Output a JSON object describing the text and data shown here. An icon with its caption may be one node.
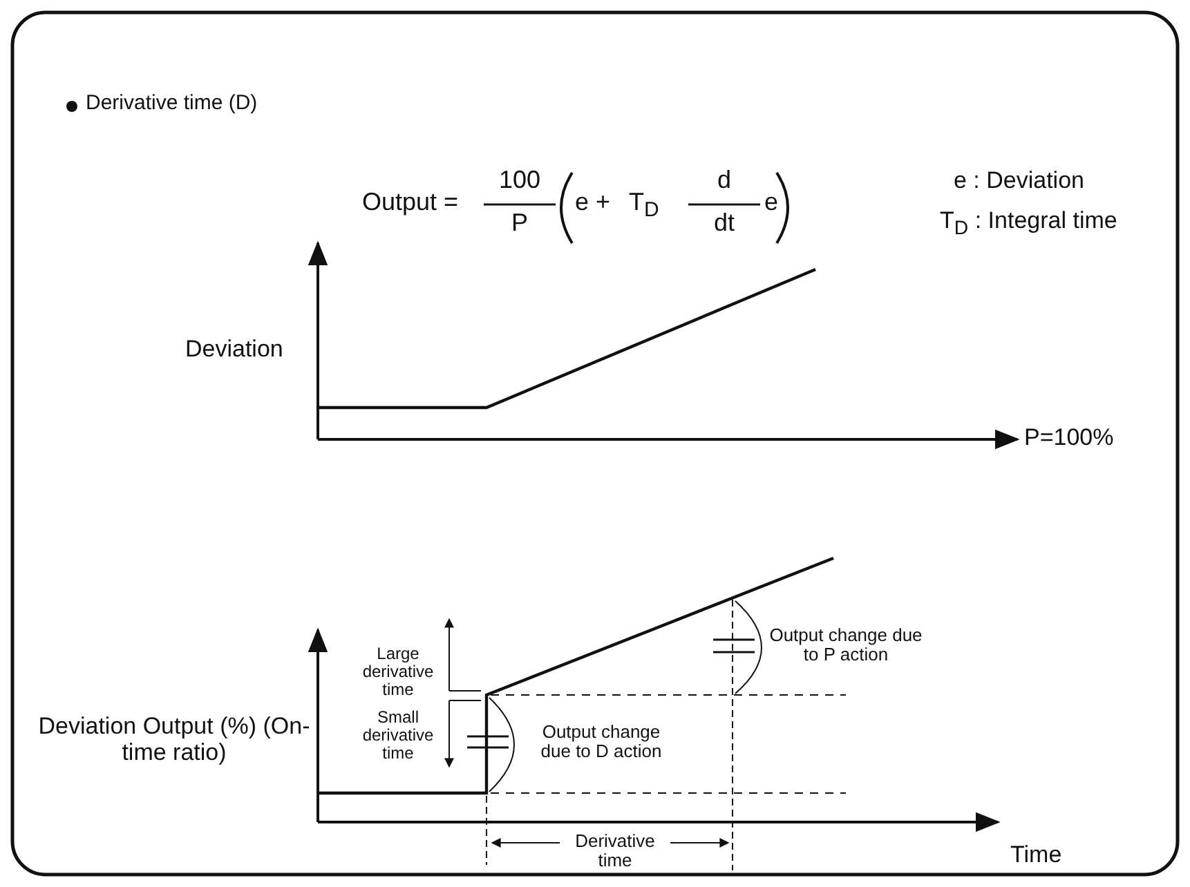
{
  "diagram": {
    "title": "Derivative time (D)",
    "labels": [
      "Output =",
      "100",
      "P",
      "e +",
      "T$_{D}$",
      "d",
      "dt",
      "e",
      "e : Deviation",
      "T$_{D}$ : Integral time",
      "Deviation",
      "P=100%",
      "Large derivative time",
      "Small derivative time",
      "Output change due to P action",
      "Output change due to D action",
      "Deviation Output (%) (On-time ratio)",
      "Derivative time",
      "Time"
    ]
  }
}
